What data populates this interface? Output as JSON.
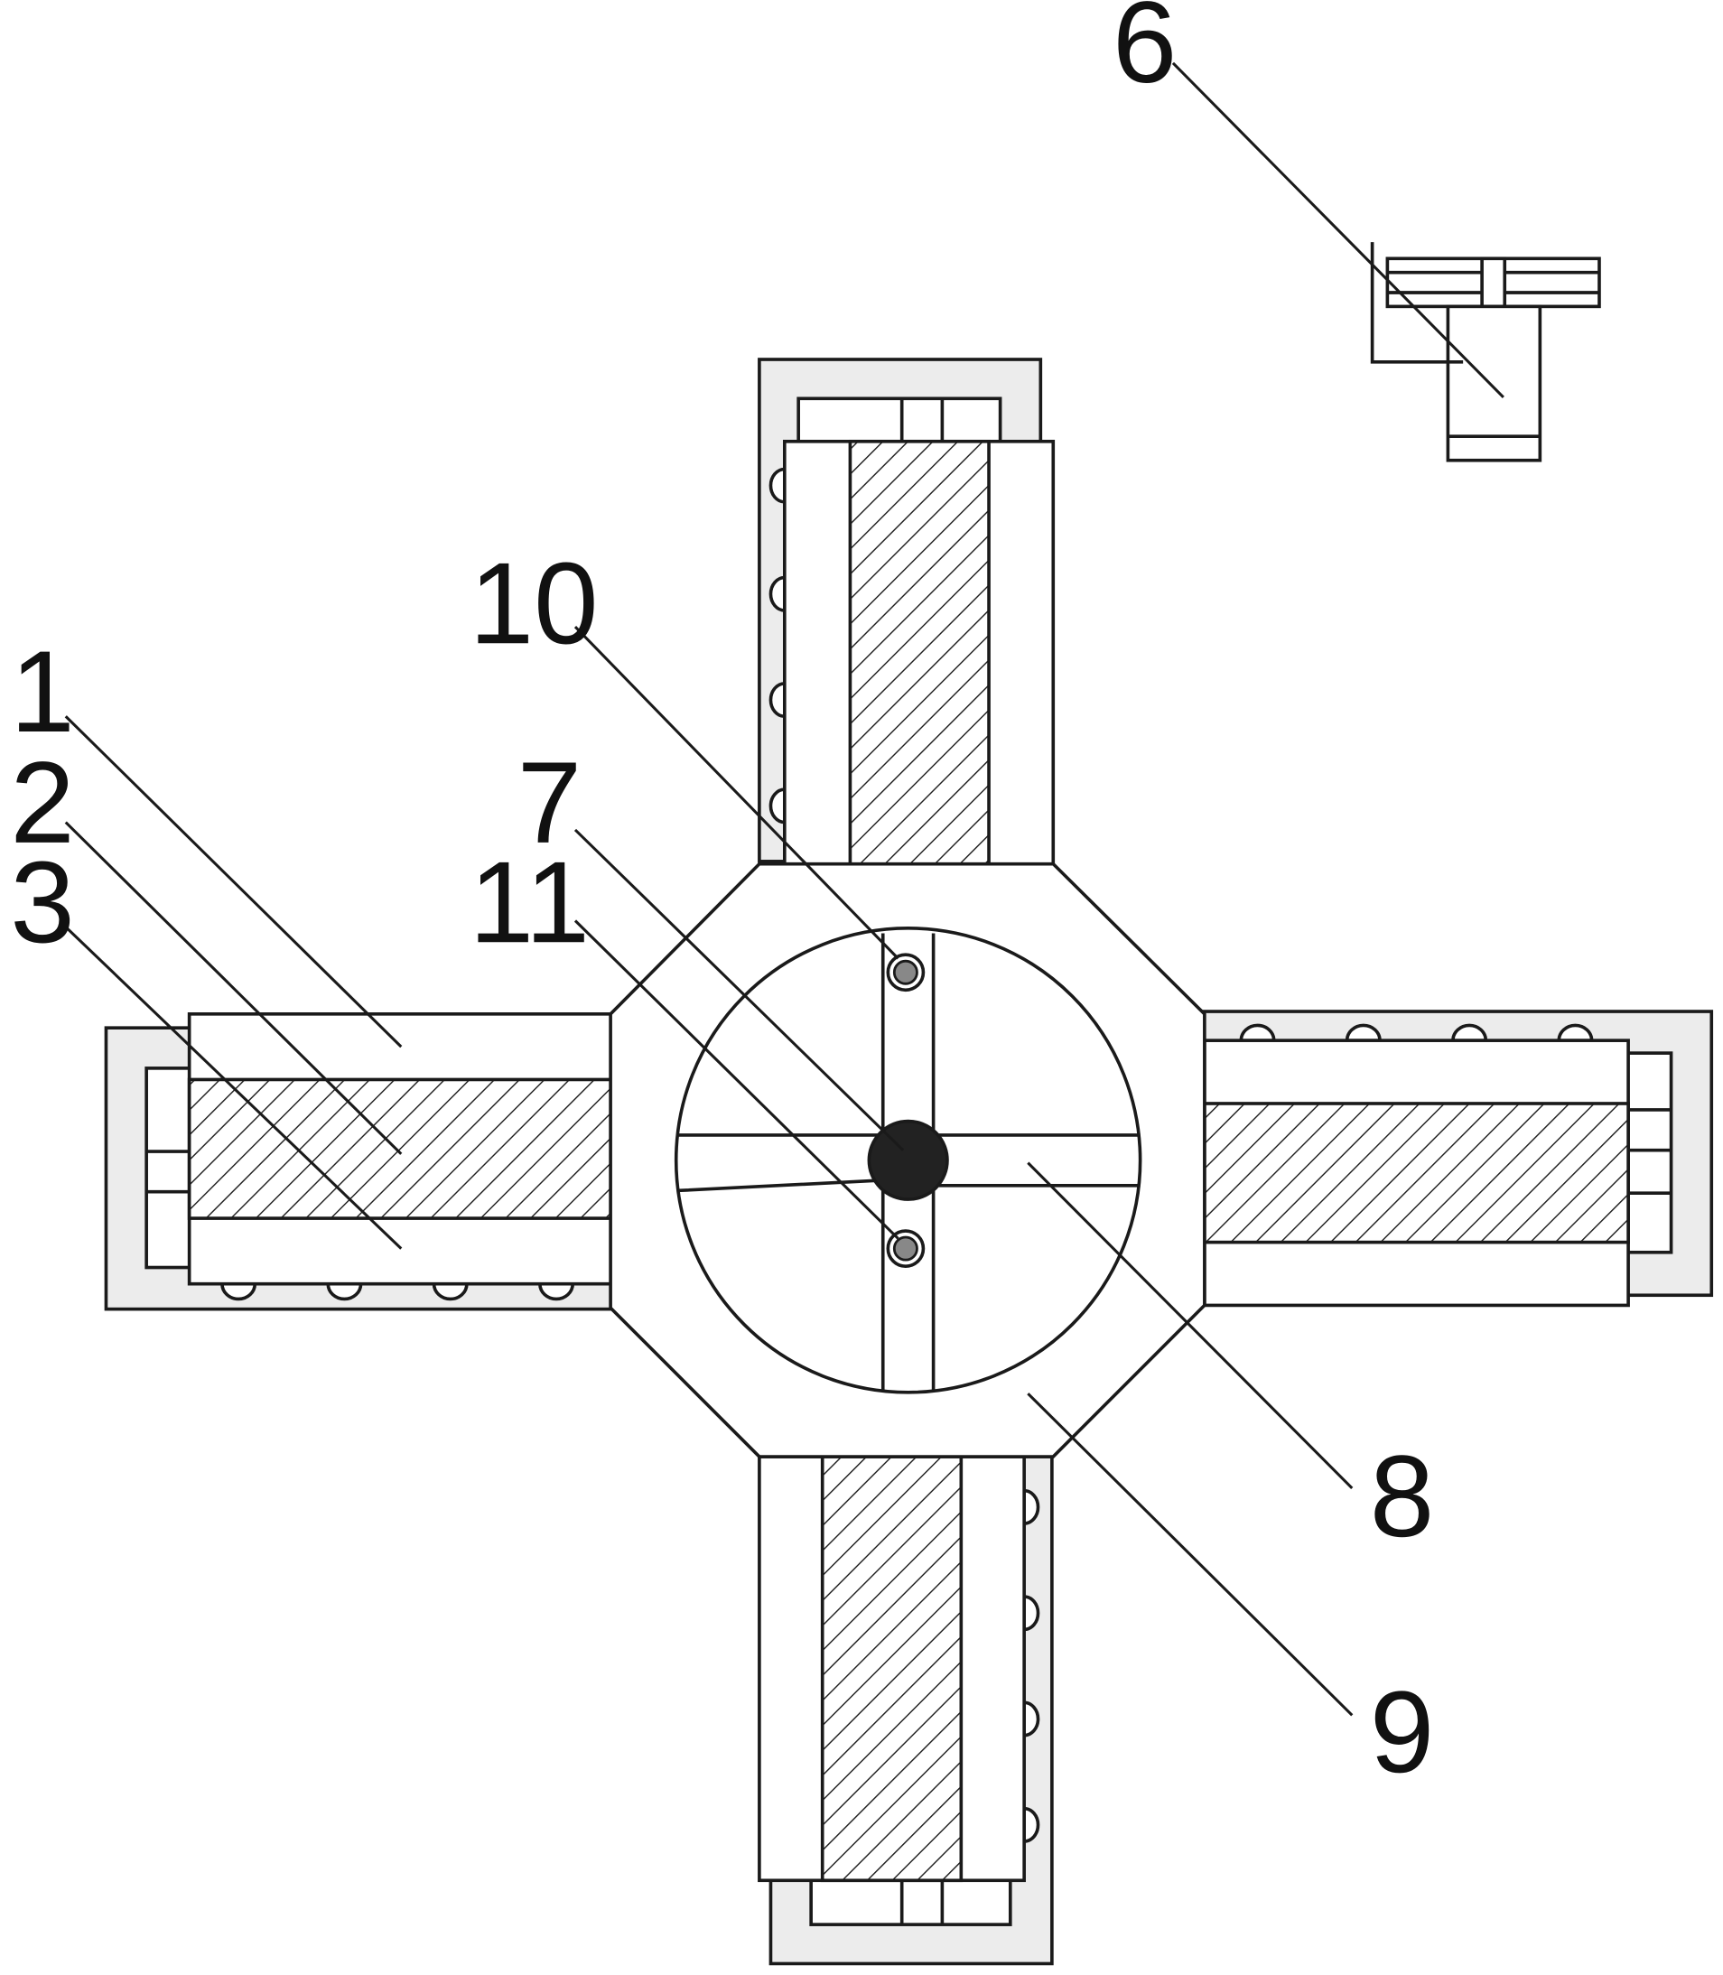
{
  "labels": {
    "l1": "1",
    "l2": "2",
    "l3": "3",
    "l6": "6",
    "l7": "7",
    "l8": "8",
    "l9": "9",
    "l10": "10",
    "l11": "11"
  },
  "colors": {
    "line": "#1a1a1a",
    "frame_fill": "#ececec",
    "background": "#ffffff",
    "hub_dot": "#222222"
  }
}
